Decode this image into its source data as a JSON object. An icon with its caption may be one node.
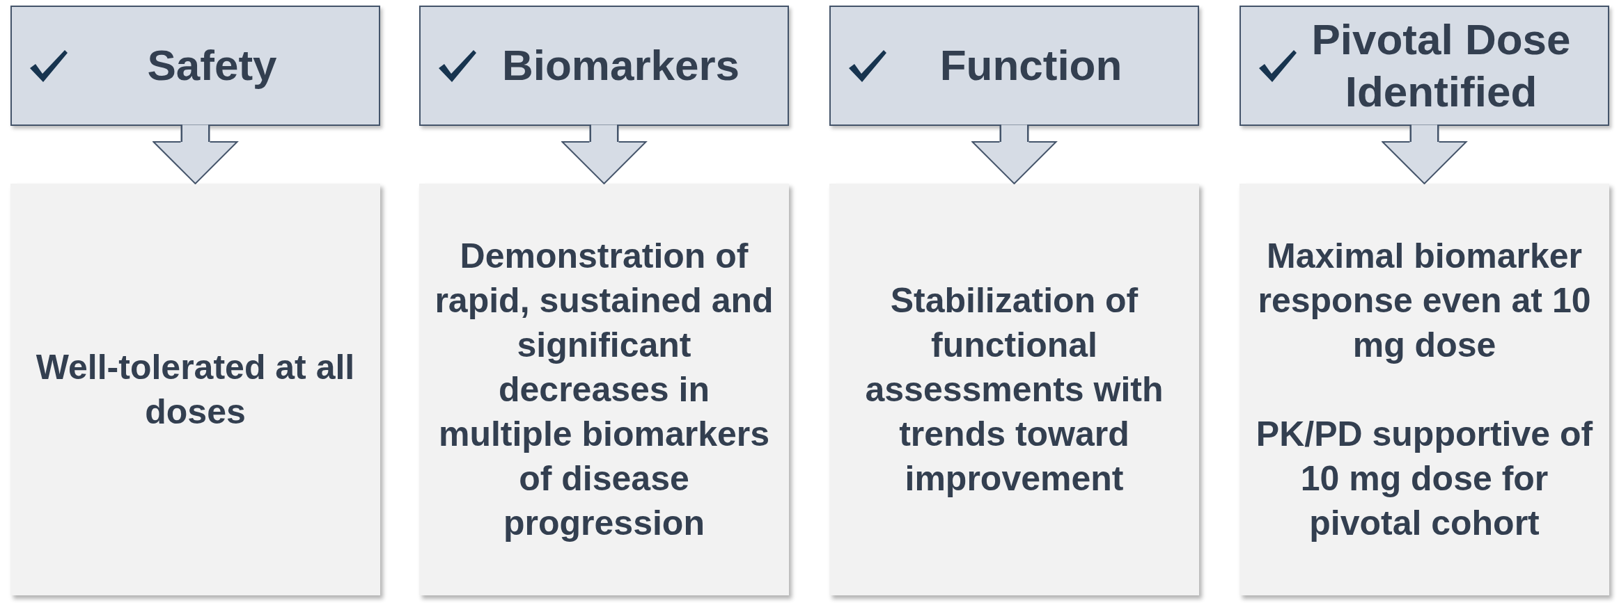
{
  "diagram": {
    "nodes": [
      {
        "text": [
          "Safety"
        ]
      },
      {
        "text": [
          "Biomarkers"
        ]
      },
      {
        "text": [
          "Function"
        ]
      },
      {
        "text": [
          "Pivotal Dose Identified"
        ]
      },
      {
        "text": [
          "Well-tolerated at all doses"
        ]
      },
      {
        "text": [
          "Demonstration of rapid, sustained and significant decreases in multiple biomarkers of disease progression"
        ]
      },
      {
        "text": [
          "Stabilization of functional assessments with trends toward improvement"
        ]
      },
      {
        "text": [
          "Maximal biomarker response even at 10 mg dose",
          "PK/PD supportive of 10 mg dose for pivotal cohort"
        ]
      }
    ],
    "edges": [
      {
        "from": 0,
        "to": 4,
        "arrow": "to",
        "style": "thick"
      },
      {
        "from": 1,
        "to": 5,
        "arrow": "to",
        "style": "thick"
      },
      {
        "from": 2,
        "to": 6,
        "arrow": "to",
        "style": "thick"
      },
      {
        "from": 3,
        "to": 7,
        "arrow": "to",
        "style": "thick"
      }
    ]
  }
}
